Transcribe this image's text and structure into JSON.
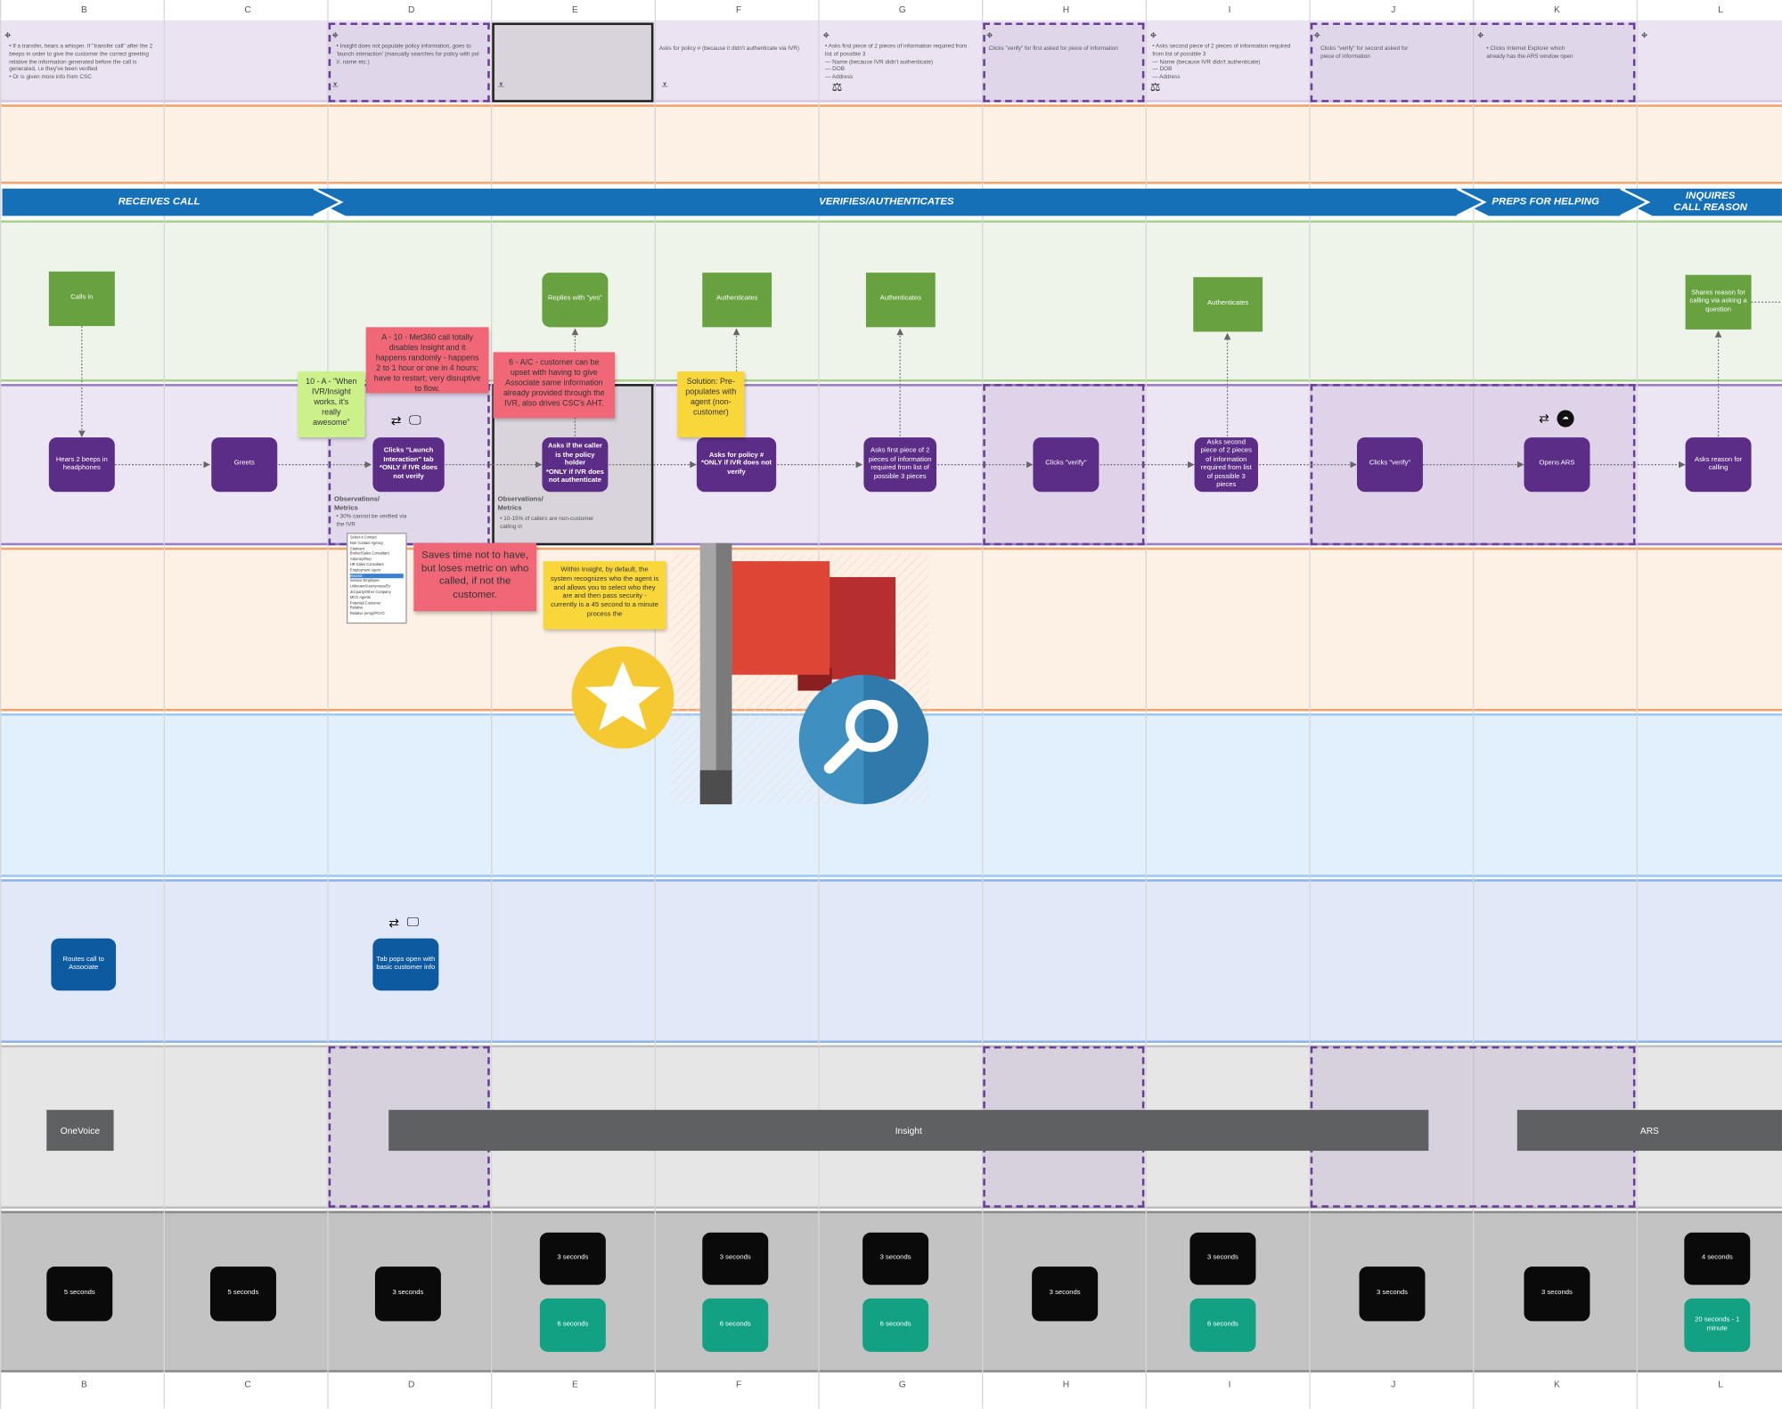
{
  "columns": [
    "B",
    "C",
    "D",
    "E",
    "F",
    "G",
    "H",
    "I",
    "J",
    "K",
    "L"
  ],
  "top_notes": {
    "B": "• If a transfer, hears a whisper. If \"transfer call\" after the 2 beeps in order to give the customer the correct greeting relative the information generated before the call is generated, i.e they've been verified\n• Or is given more info from CSC",
    "D": "• Insight does not populate policy information, goes to 'launch interaction' (manually searches for policy with pol #, name etc.)",
    "F": "Asks for policy # (because it didn't authenticate via IVR)",
    "G": "• Asks first piece of 2 pieces of information required from list of possible 3\n— Name (because IVR didn't authenticate)\n— DOB\n— Address",
    "H": "Clicks \"verify\" for first asked for piece of information",
    "I": "• Asks second piece of 2 pieces of information required from list of possible 3\n— Name (because IVR didn't authenticate)\n— DOB\n— Address",
    "J": "Clicks \"verify\" for second asked for piece of information",
    "K": "• Clicks Internet Explorer which already has the ARS window open"
  },
  "phases": [
    "RECEIVES CALL",
    "VERIFIES/AUTHENTICATES",
    "PREPS FOR HELPING",
    "INQUIRES\nCALL REASON"
  ],
  "customer_steps": {
    "calls_in": "Calls in",
    "replies_yes": "Replies with \"yes\"",
    "auth1": "Authenticates",
    "auth2": "Authenticates",
    "auth3": "Authenticates",
    "shares_reason": "Shares reason for calling via asking a question"
  },
  "associate_steps": {
    "hears": "Hears 2 beeps in headphones",
    "greets": "Greets",
    "clicks_launch": "Clicks \"Launch Interaction\" tab\n*ONLY if IVR does not verify",
    "asks_holder": "Asks if the caller is the policy holder\n*ONLY if IVR does not authenticate",
    "asks_policy": "Asks for policy #\n*ONLY if IVR does not verify",
    "asks_first": "Asks first piece of 2 pieces of information required from list of possible 3 pieces",
    "clicks_verify1": "Clicks \"verify\"",
    "asks_second": "Asks second piece of 2 pieces of information required from list of possible 3 pieces",
    "clicks_verify2": "Clicks \"verify\"",
    "opens_ars": "Opens ARS",
    "asks_reason": "Asks reason for calling"
  },
  "observations": {
    "label": "Observations/\nMetrics",
    "d_text": "• 30% cannot be verified via the IVR",
    "e_text": "• 10-15% of callers are non-customer calling in"
  },
  "stickies": {
    "red1": "A - 10 - Met360 call totally disables Insight and it happens randomly - happens 2 to 1 hour or one in 4 hours; have to restart; very disruptive to flow.",
    "red2": "6 - A/C - customer can be upset with having to give Associate same information already provided through the IVR, also drives CSC's AHT.",
    "red3": "Saves time not to have, but loses metric on who called, if not the customer.",
    "green": "10 - A - \"When IVR/Insight works, it's really awesome\"",
    "yellow1": "Solution: Pre-populates with agent (non-customer)",
    "yellow2": "Within Insight, by default, the system recognizes who the agent is and allows you to select who they are and then pass security - currently is a 45 second to a minute process the"
  },
  "dropdown_items": [
    "Select a Contact",
    "Non Contact Agency",
    "Claimant",
    "Broker/Sales Consultant",
    "Attorney/Rep",
    "HR Sales Consultant",
    "Employment Agent",
    "Insured",
    "Service Employee",
    "Unknown/Anonymous/Ex",
    "3rd party/Other Company",
    "MCO Agents",
    "Potential Customer",
    "Relative",
    "Relative (emp)/P/C/O"
  ],
  "system_steps": {
    "routes": "Routes call to Associate",
    "tab_pops": "Tab pops open with basic customer info"
  },
  "systems": {
    "onevoice": "OneVoice",
    "insight": "Insight",
    "ars": "ARS"
  },
  "times": {
    "B": "5 seconds",
    "C": "5 seconds",
    "D": "3 seconds",
    "E_top": "3 seconds",
    "E_bot": "6 seconds",
    "F_top": "3 seconds",
    "F_bot": "6 seconds",
    "G_top": "3 seconds",
    "G_bot": "6 seconds",
    "H": "3 seconds",
    "I_top": "3 seconds",
    "I_bot": "6 seconds",
    "J": "3 seconds",
    "K": "3 seconds",
    "L_top": "4 seconds",
    "L_bot": "20 seconds - 1 minute"
  },
  "colors": {
    "purple": "#5c2d86",
    "green": "#67a140",
    "blue": "#0d5aa0",
    "phase_blue": "#1570b8",
    "teal": "#12a283",
    "red_sticky": "#f06777",
    "yellow_sticky": "#f9d63a",
    "green_sticky": "#ccf08a"
  },
  "icons": [
    "map-pin-icon",
    "transfer-arrows-icon",
    "monitor-icon",
    "scales-icon",
    "star-badge-icon",
    "flag-icon",
    "magnifier-icon",
    "ars-cloud-icon"
  ]
}
